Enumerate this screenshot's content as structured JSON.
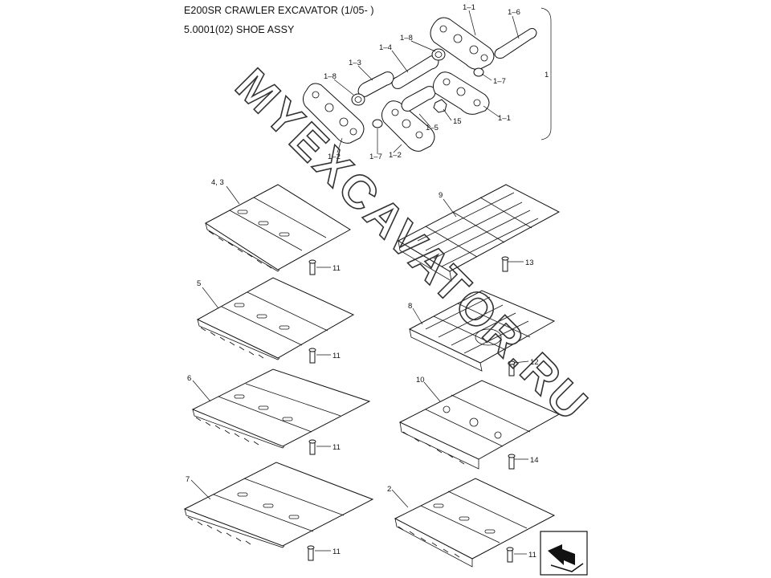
{
  "header": {
    "title": "E200SR CRAWLER EXCAVATOR (1/05- )",
    "subtitle": "5.0001(02) SHOE ASSY"
  },
  "callouts": {
    "c1_1a": "1–1",
    "c1_6": "1–6",
    "c1_8a": "1–8",
    "c1_4": "1–4",
    "c1_3": "1–3",
    "c1_8b": "1–8",
    "c1_7a": "1–7",
    "c1": "1",
    "c15": "15",
    "c1_5": "1–5",
    "c1_1b": "1–1",
    "c1_2a": "1–2",
    "c1_7b": "1–7",
    "c1_2b": "1–2",
    "c4_3": "4, 3",
    "c11a": "11",
    "c9": "9",
    "c13": "13",
    "c5": "5",
    "c11b": "11",
    "c8": "8",
    "c12": "12",
    "c6": "6",
    "c10": "10",
    "c11c": "11",
    "c14": "14",
    "c7": "7",
    "c2": "2",
    "c11d": "11",
    "c11e": "11"
  },
  "watermark": "MYEXCAVATOR.RU",
  "nav_icon": "page-turn-arrow-icon"
}
